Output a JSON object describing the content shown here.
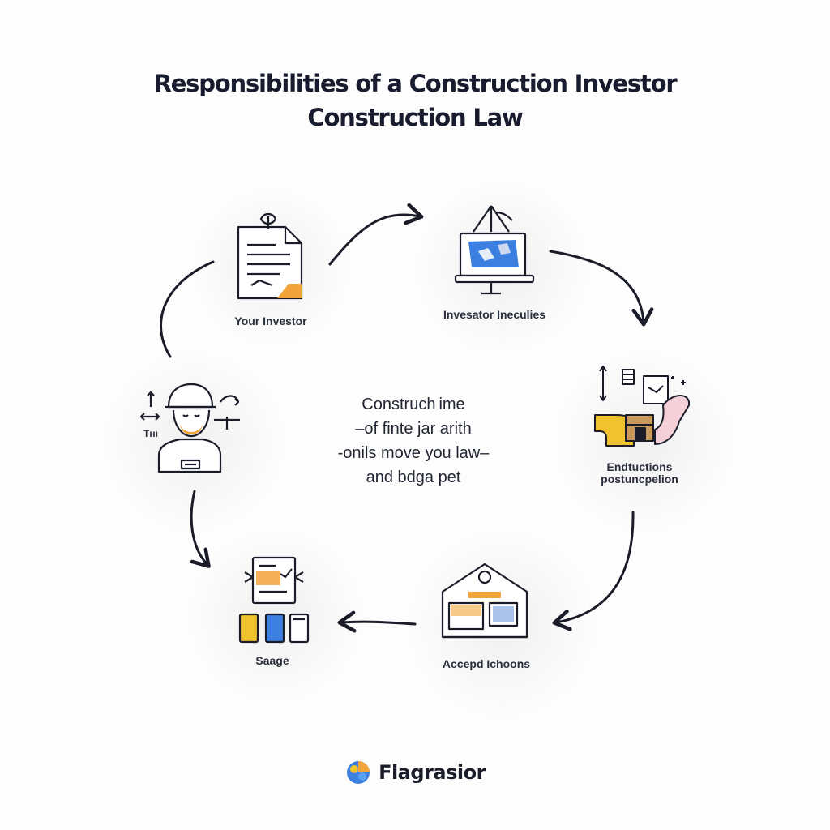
{
  "title": {
    "line1": "Responsibilities of a Construction Investor",
    "line2": "Construction Law"
  },
  "nodes": [
    {
      "label": "Your Investor",
      "icon": "document-contract-icon"
    },
    {
      "label": "Invesator Ineculies",
      "icon": "laptop-crane-icon"
    },
    {
      "label_line1": "Endtuctions",
      "label_line2": "postuncpelion",
      "icon": "pipes-boxes-icon"
    },
    {
      "label": "Accepd Ichoons",
      "icon": "warehouse-icon"
    },
    {
      "label": "Saage",
      "icon": "devices-icon"
    },
    {
      "label": "Tнı",
      "icon": "worker-helmet-icon"
    }
  ],
  "center_text": [
    "Construch ime",
    "–of finte jar arith",
    "-onils move you law–",
    "and bdga pet"
  ],
  "brand": {
    "name": "Flagrasior",
    "colors": {
      "accent_blue": "#3b7fe0",
      "accent_orange": "#f2a33a",
      "accent_yellow": "#f2c12e",
      "ink": "#1b1e2a"
    }
  }
}
